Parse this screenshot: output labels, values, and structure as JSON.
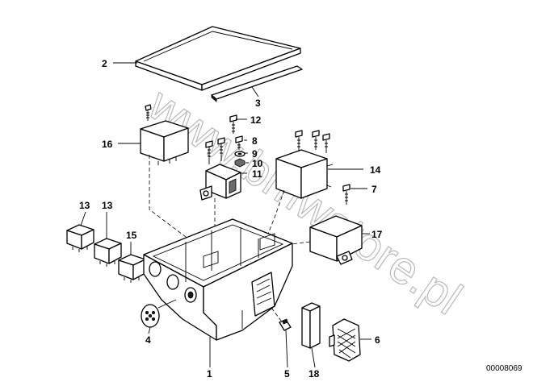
{
  "watermark": "www.bmwstore.pl",
  "reference_number": "00008069",
  "callouts": [
    {
      "id": "c1",
      "label": "1"
    },
    {
      "id": "c2",
      "label": "2"
    },
    {
      "id": "c3",
      "label": "3"
    },
    {
      "id": "c4",
      "label": "4"
    },
    {
      "id": "c5",
      "label": "5"
    },
    {
      "id": "c6",
      "label": "6"
    },
    {
      "id": "c7",
      "label": "7"
    },
    {
      "id": "c8",
      "label": "8"
    },
    {
      "id": "c9",
      "label": "9"
    },
    {
      "id": "c10",
      "label": "10"
    },
    {
      "id": "c11",
      "label": "11"
    },
    {
      "id": "c12",
      "label": "12"
    },
    {
      "id": "c13a",
      "label": "13"
    },
    {
      "id": "c13b",
      "label": "13"
    },
    {
      "id": "c14",
      "label": "14"
    },
    {
      "id": "c15",
      "label": "15"
    },
    {
      "id": "c16",
      "label": "16"
    },
    {
      "id": "c17",
      "label": "17"
    },
    {
      "id": "c18",
      "label": "18"
    }
  ]
}
